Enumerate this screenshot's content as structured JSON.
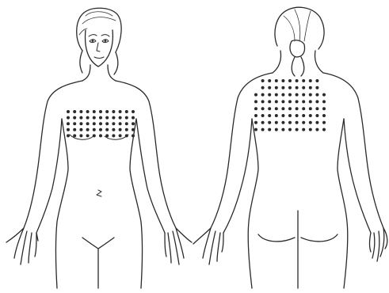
{
  "figure": {
    "views": [
      {
        "id": "front",
        "name": "front-view",
        "dot_rows": 5,
        "dot_cols": 11
      },
      {
        "id": "back",
        "name": "back-view",
        "dot_rows": 8,
        "dot_cols": 11
      }
    ],
    "colors": {
      "background": "#ffffff",
      "ink": "#2a2a2a"
    }
  }
}
